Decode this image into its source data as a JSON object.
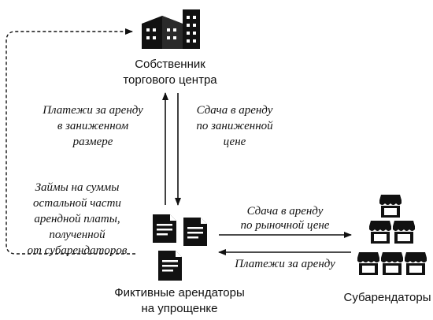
{
  "nodes": {
    "owner": {
      "line1": "Собственник",
      "line2": "торгового центра"
    },
    "tenants": {
      "line1": "Фиктивные арендаторы",
      "line2": "на упрощенке"
    },
    "subtenants": {
      "line1": "Субарендаторы"
    }
  },
  "flows": {
    "rent_payments_up": {
      "line1": "Платежи за аренду",
      "line2": "в заниженном",
      "line3": "размере"
    },
    "lease_down": {
      "line1": "Сдача в аренду",
      "line2": "по заниженной",
      "line3": "цене"
    },
    "loans_back": {
      "line1": "Займы на суммы",
      "line2": "остальной части",
      "line3": "арендной платы,",
      "line4": "полученной",
      "line5": "от субарендаторов"
    },
    "lease_market": {
      "line1": "Сдача в аренду",
      "line2": "по рыночной цене"
    },
    "rent_payments_left": {
      "line1": "Платежи за аренду"
    }
  },
  "colors": {
    "ink": "#111111",
    "window": "#ffffff"
  }
}
